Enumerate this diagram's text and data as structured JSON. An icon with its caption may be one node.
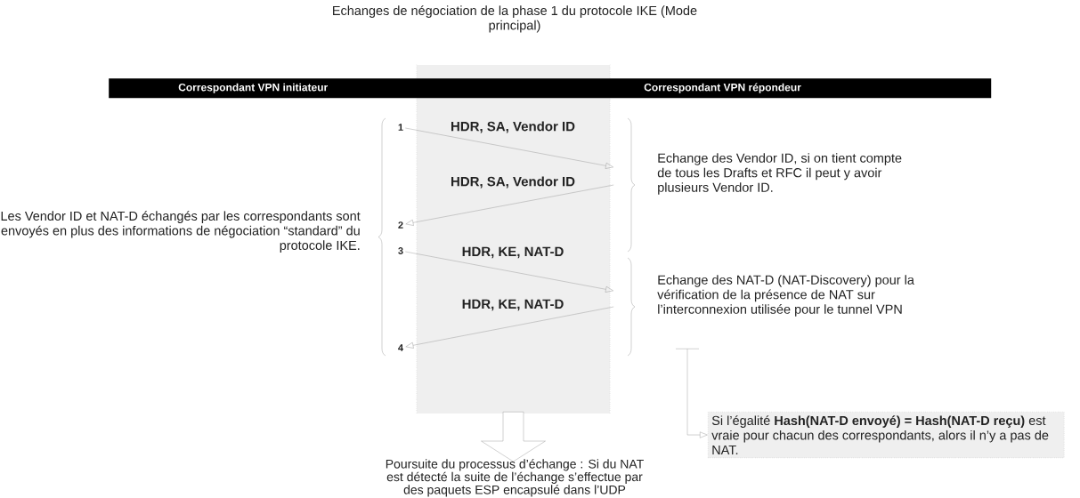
{
  "diagram": {
    "title": "Echanges de négociation de la phase 1 du protocole IKE (Mode principal)",
    "nodes": [
      {
        "text": [
          "Correspondant VPN initiateur",
          "Correspondant VPN répondeur"
        ]
      },
      {
        "text": [],
        "shape": "box"
      },
      {
        "text": [
          "1"
        ]
      },
      {
        "text": [
          "2"
        ]
      },
      {
        "text": [
          "3"
        ]
      },
      {
        "text": [
          "4"
        ]
      },
      {
        "text": [
          "Si l’égalité **Hash(NAT-D envoyé) = Hash(NAT-D reçu)** est vraie pour chacun des correspondants, alors il n’y a pas de NAT."
        ]
      },
      {
        "text": [
          "Poursuite du processus d’échange : Si du NAT est détecté la suite de l’échange s’effectue par des paquets ESP encapsulé dans l’UDP"
        ]
      }
    ],
    "edges": [
      {
        "from": 2,
        "to": 1,
        "arrow": "to",
        "label": "HDR, SA, Vendor ID"
      },
      {
        "from": 1,
        "to": 3,
        "arrow": "to",
        "label": "HDR, SA, Vendor ID"
      },
      {
        "from": 4,
        "to": 1,
        "arrow": "to",
        "label": "HDR, KE, NAT-D"
      },
      {
        "from": 1,
        "to": 5,
        "arrow": "to",
        "label": "HDR, KE, NAT-D"
      },
      {
        "from": null,
        "to": 6,
        "arrow": "to"
      },
      {
        "from": 1,
        "to": 7,
        "arrow": "to"
      }
    ],
    "labels": [
      "Les Vendor ID et NAT-D échangés par les correspondants sont envoyés en plus des informations de négociation “standard” du protocole IKE.",
      "Echange des Vendor ID, si on tient compte de tous les Drafts et RFC il peut y avoir plusieurs Vendor ID.",
      "Echange des NAT-D (NAT-Discovery) pour la vérification de la présence de NAT sur l’interconnexion utilisée pour le tunnel VPN"
    ]
  }
}
